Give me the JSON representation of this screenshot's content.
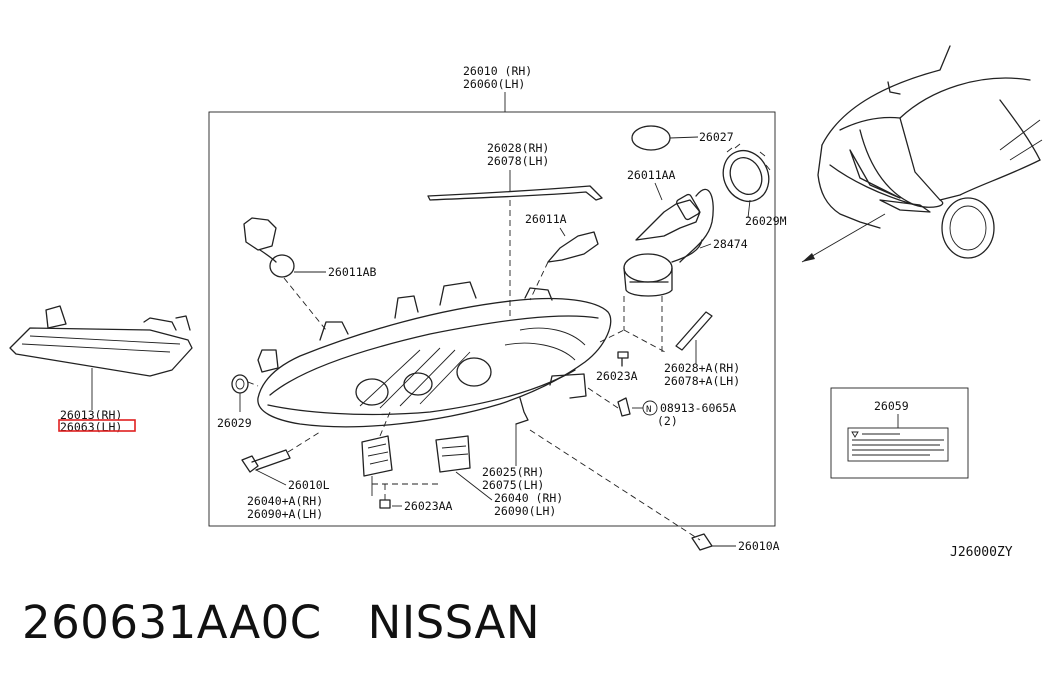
{
  "diagram_code": "J26000ZY",
  "part_number": "260631AA0C",
  "brand": "NISSAN",
  "highlight_color": "#e02020",
  "labels": {
    "assy_rh": "26010 (RH)",
    "assy_lh": "26060(LH)",
    "c26028_rh": "26028(RH)",
    "c26078_lh": "26078(LH)",
    "c26027": "26027",
    "c26011aa": "26011AA",
    "c26029m": "26029M",
    "c28474": "28474",
    "c26011a": "26011A",
    "c26011ab": "26011AB",
    "c26028a_rh": "26028+A(RH)",
    "c26078a_lh": "26078+A(LH)",
    "c26023a": "26023A",
    "c08913": "08913-6065A",
    "c08913_qty": "(2)",
    "c26029": "26029",
    "c26010l": "26010L",
    "c26040a_rh": "26040+A(RH)",
    "c26090a_lh": "26090+A(LH)",
    "c26023aa": "26023AA",
    "c26025_rh": "26025(RH)",
    "c26075_lh": "26075(LH)",
    "c26040_rh": "26040 (RH)",
    "c26090_lh": "26090(LH)",
    "c26010a": "26010A",
    "c26059": "26059",
    "c26013_rh": "26013(RH)",
    "c26063_lh": "26063(LH)",
    "n_symbol": "N"
  }
}
